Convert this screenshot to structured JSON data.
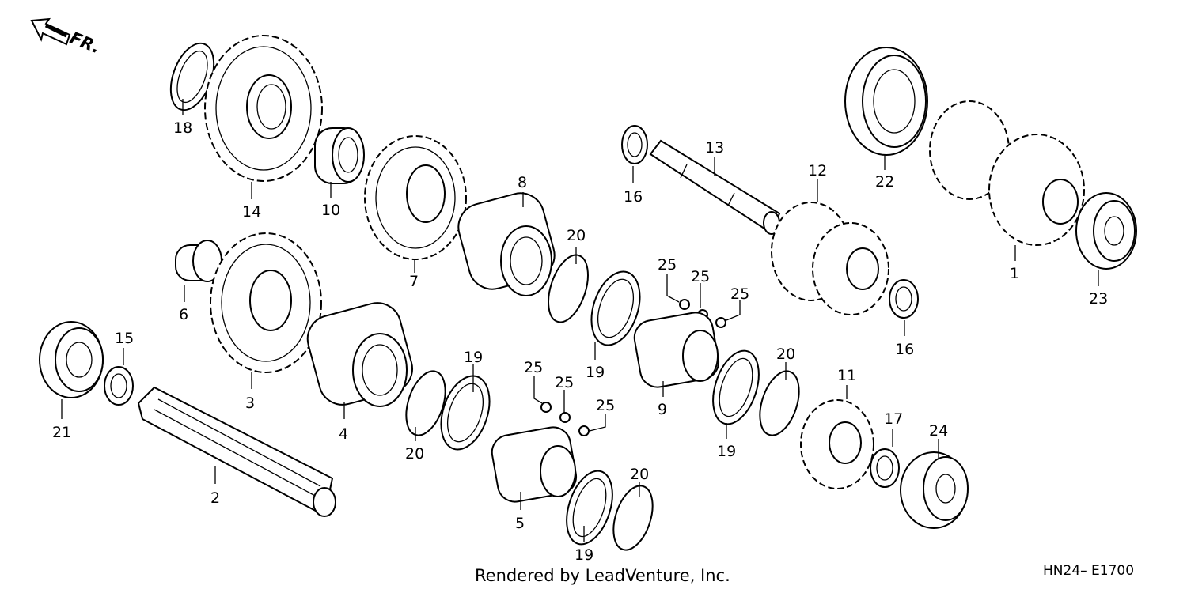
{
  "direction_label": "FR.",
  "callouts": [
    {
      "id": "c1",
      "text": "1"
    },
    {
      "id": "c2",
      "text": "2"
    },
    {
      "id": "c3",
      "text": "3"
    },
    {
      "id": "c4",
      "text": "4"
    },
    {
      "id": "c5",
      "text": "5"
    },
    {
      "id": "c6",
      "text": "6"
    },
    {
      "id": "c7",
      "text": "7"
    },
    {
      "id": "c8",
      "text": "8"
    },
    {
      "id": "c9",
      "text": "9"
    },
    {
      "id": "c10",
      "text": "10"
    },
    {
      "id": "c11",
      "text": "11"
    },
    {
      "id": "c12",
      "text": "12"
    },
    {
      "id": "c13",
      "text": "13"
    },
    {
      "id": "c14",
      "text": "14"
    },
    {
      "id": "c15",
      "text": "15"
    },
    {
      "id": "c16a",
      "text": "16"
    },
    {
      "id": "c16b",
      "text": "16"
    },
    {
      "id": "c17",
      "text": "17"
    },
    {
      "id": "c18",
      "text": "18"
    },
    {
      "id": "c19a",
      "text": "19"
    },
    {
      "id": "c19b",
      "text": "19"
    },
    {
      "id": "c19c",
      "text": "19"
    },
    {
      "id": "c19d",
      "text": "19"
    },
    {
      "id": "c20a",
      "text": "20"
    },
    {
      "id": "c20b",
      "text": "20"
    },
    {
      "id": "c20c",
      "text": "20"
    },
    {
      "id": "c20d",
      "text": "20"
    },
    {
      "id": "c21",
      "text": "21"
    },
    {
      "id": "c22",
      "text": "22"
    },
    {
      "id": "c23",
      "text": "23"
    },
    {
      "id": "c24",
      "text": "24"
    },
    {
      "id": "c25a",
      "text": "25"
    },
    {
      "id": "c25b",
      "text": "25"
    },
    {
      "id": "c25c",
      "text": "25"
    },
    {
      "id": "c25d",
      "text": "25"
    },
    {
      "id": "c25e",
      "text": "25"
    },
    {
      "id": "c25f",
      "text": "25"
    }
  ],
  "footer": {
    "credit": "Rendered by LeadVenture, Inc.",
    "code": "HN24– E1700"
  }
}
